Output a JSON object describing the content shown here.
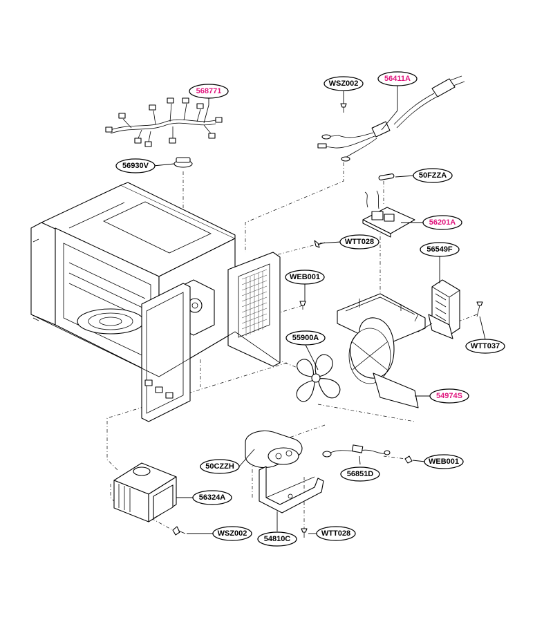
{
  "colors": {
    "line": "#000000",
    "background": "#ffffff",
    "highlight_label": "#e0157d"
  },
  "labels": [
    {
      "id": "p568771",
      "text": "568771",
      "highlight": true
    },
    {
      "id": "p56930v",
      "text": "56930V",
      "highlight": false
    },
    {
      "id": "pwsz002a",
      "text": "WSZ002",
      "highlight": false
    },
    {
      "id": "p56411a",
      "text": "56411A",
      "highlight": true
    },
    {
      "id": "p50fzza",
      "text": "50FZZA",
      "highlight": false
    },
    {
      "id": "p56201a",
      "text": "56201A",
      "highlight": true
    },
    {
      "id": "pwtt028a",
      "text": "WTT028",
      "highlight": false
    },
    {
      "id": "p56549f",
      "text": "56549F",
      "highlight": false
    },
    {
      "id": "pweb001a",
      "text": "WEB001",
      "highlight": false
    },
    {
      "id": "p55900a",
      "text": "55900A",
      "highlight": false
    },
    {
      "id": "pwtt037",
      "text": "WTT037",
      "highlight": false
    },
    {
      "id": "p54974s",
      "text": "54974S",
      "highlight": true
    },
    {
      "id": "p50czzh",
      "text": "50CZZH",
      "highlight": false
    },
    {
      "id": "pweb001b",
      "text": "WEB001",
      "highlight": false
    },
    {
      "id": "p56851d",
      "text": "56851D",
      "highlight": false
    },
    {
      "id": "p56324a",
      "text": "56324A",
      "highlight": false
    },
    {
      "id": "pwsz002b",
      "text": "WSZ002",
      "highlight": false
    },
    {
      "id": "p54810c",
      "text": "54810C",
      "highlight": false
    },
    {
      "id": "pwtt028b",
      "text": "WTT028",
      "highlight": false
    }
  ]
}
